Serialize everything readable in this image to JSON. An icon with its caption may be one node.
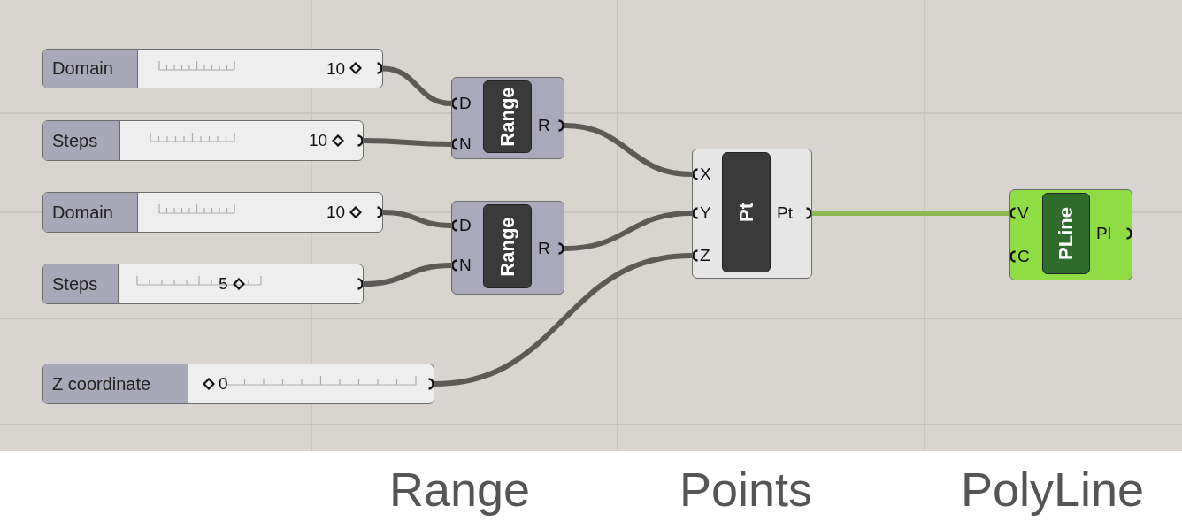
{
  "diagram": {
    "nodes": [
      {
        "text": [
          "Domain",
          "10"
        ]
      },
      {
        "text": [
          "Steps",
          "10"
        ]
      },
      {
        "text": [
          "D",
          "N",
          "Range",
          "R"
        ]
      },
      {
        "text": [
          "Domain",
          "10"
        ]
      },
      {
        "text": [
          "Steps",
          "5"
        ]
      },
      {
        "text": [
          "D",
          "N",
          "Range",
          "R"
        ]
      },
      {
        "text": [
          "Z coordinate",
          "0"
        ]
      },
      {
        "text": [
          "X",
          "Y",
          "Z",
          "Pt",
          "Pt"
        ]
      },
      {
        "text": [
          "V",
          "C",
          "PLine",
          "Pl"
        ]
      }
    ],
    "edges": [
      {
        "from": 0,
        "to": 2,
        "arrow": "none"
      },
      {
        "from": 1,
        "to": 2,
        "arrow": "none"
      },
      {
        "from": 2,
        "to": 7,
        "arrow": "none"
      },
      {
        "from": 3,
        "to": 5,
        "arrow": "none"
      },
      {
        "from": 4,
        "to": 5,
        "arrow": "none"
      },
      {
        "from": 5,
        "to": 7,
        "arrow": "none"
      },
      {
        "from": 6,
        "to": 7,
        "arrow": "none"
      },
      {
        "from": 7,
        "to": 8,
        "arrow": "none",
        "color": "#8cb84e"
      }
    ],
    "labels": [
      "Range",
      "Points",
      "PolyLine"
    ]
  }
}
